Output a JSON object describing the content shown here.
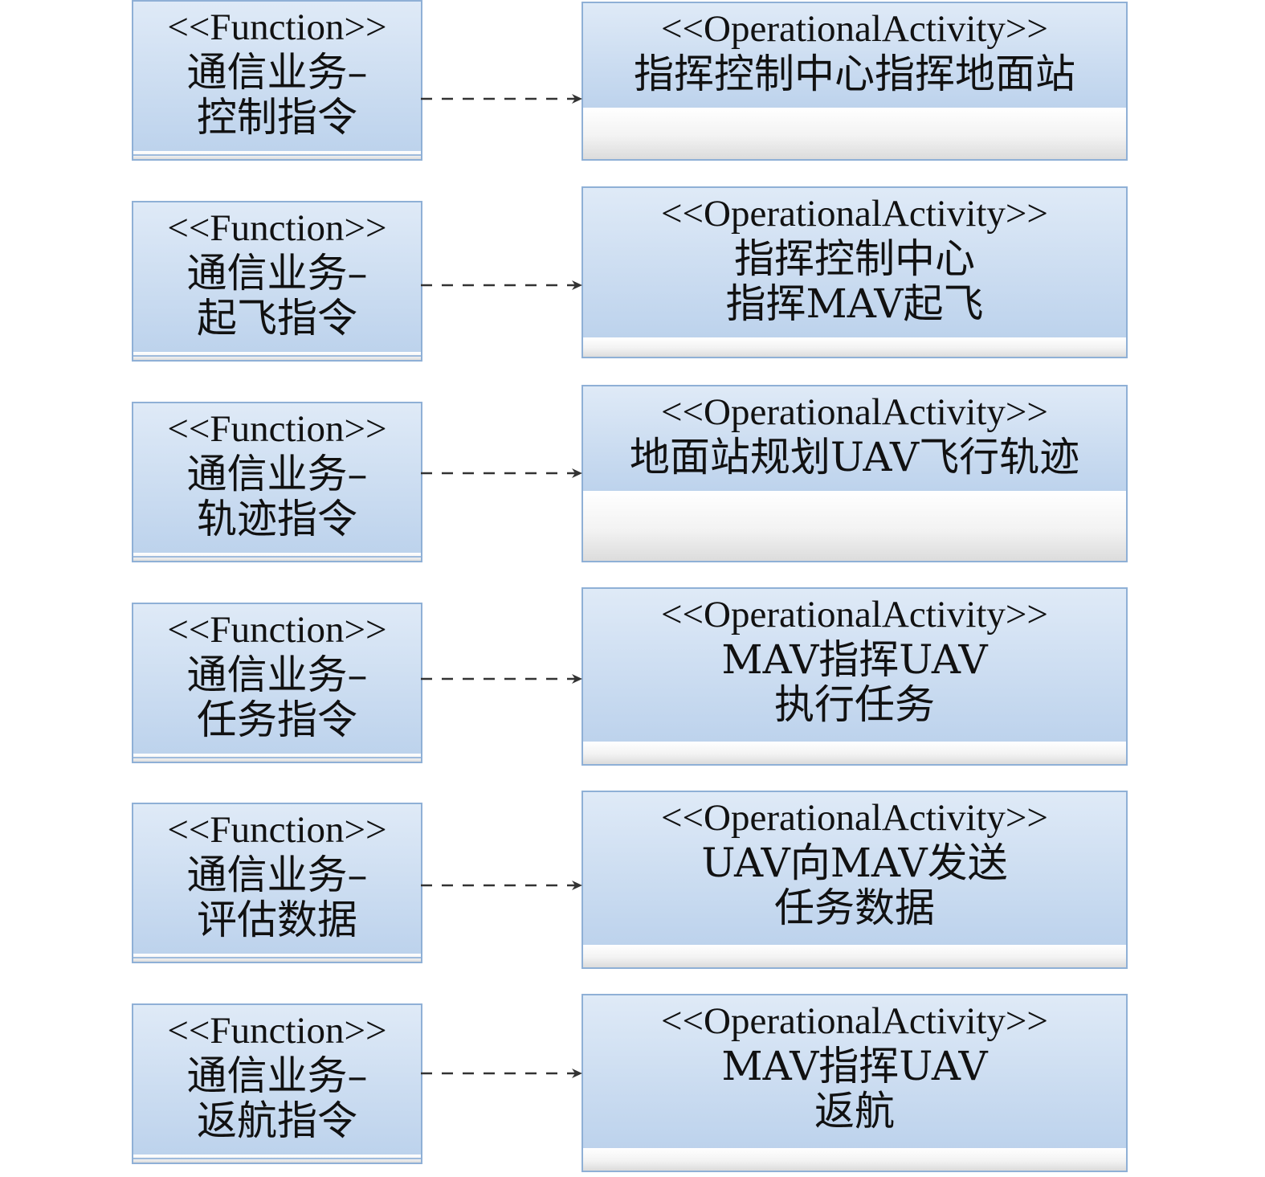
{
  "rows": [
    {
      "function": {
        "stereotype": "<<Function>>",
        "line1": "通信业务–",
        "line2": "控制指令"
      },
      "activity": {
        "stereotype": "<<OperationalActivity>>",
        "line1": "指挥控制中心指挥地面站",
        "line2": ""
      }
    },
    {
      "function": {
        "stereotype": "<<Function>>",
        "line1": "通信业务–",
        "line2": "起飞指令"
      },
      "activity": {
        "stereotype": "<<OperationalActivity>>",
        "line1": "指挥控制中心",
        "line2": "指挥MAV起飞"
      }
    },
    {
      "function": {
        "stereotype": "<<Function>>",
        "line1": "通信业务–",
        "line2": "轨迹指令"
      },
      "activity": {
        "stereotype": "<<OperationalActivity>>",
        "line1": "地面站规划UAV飞行轨迹",
        "line2": ""
      }
    },
    {
      "function": {
        "stereotype": "<<Function>>",
        "line1": "通信业务–",
        "line2": "任务指令"
      },
      "activity": {
        "stereotype": "<<OperationalActivity>>",
        "line1": "MAV指挥UAV",
        "line2": "执行任务"
      }
    },
    {
      "function": {
        "stereotype": "<<Function>>",
        "line1": "通信业务–",
        "line2": "评估数据"
      },
      "activity": {
        "stereotype": "<<OperationalActivity>>",
        "line1": "UAV向MAV发送",
        "line2": "任务数据"
      }
    },
    {
      "function": {
        "stereotype": "<<Function>>",
        "line1": "通信业务–",
        "line2": "返航指令"
      },
      "activity": {
        "stereotype": "<<OperationalActivity>>",
        "line1": "MAV指挥UAV",
        "line2": "返航"
      }
    }
  ],
  "colors": {
    "box_fill_top": "#dfeaf7",
    "box_fill_bottom": "#bcd2ec",
    "box_border": "#8fb0d6",
    "arrow": "#333333"
  }
}
